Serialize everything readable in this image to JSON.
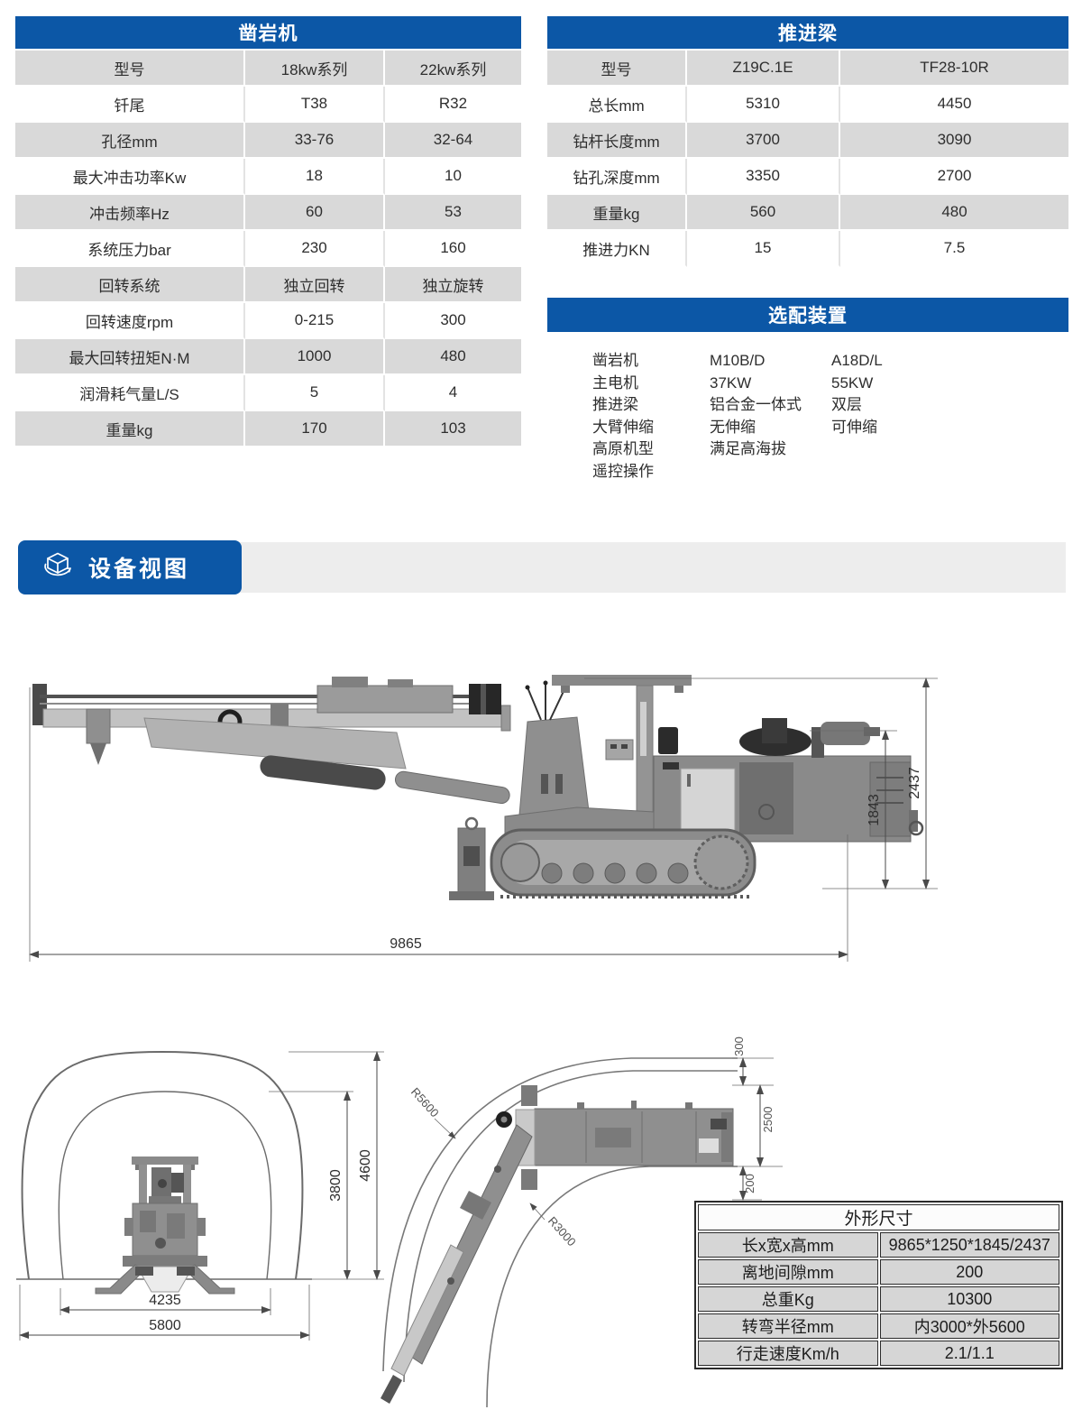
{
  "colors": {
    "accent_blue": "#0c57a6",
    "row_gray": "#d9d9d9",
    "band_gray": "#ededed",
    "dim_table_gray": "#d6d6d6"
  },
  "rock_drill": {
    "title": "凿岩机",
    "rows": [
      [
        "型号",
        "18kw系列",
        "22kw系列"
      ],
      [
        "钎尾",
        "T38",
        "R32"
      ],
      [
        "孔径mm",
        "33-76",
        "32-64"
      ],
      [
        "最大冲击功率Kw",
        "18",
        "10"
      ],
      [
        "冲击频率Hz",
        "60",
        "53"
      ],
      [
        "系统压力bar",
        "230",
        "160"
      ],
      [
        "回转系统",
        "独立回转",
        "独立旋转"
      ],
      [
        "回转速度rpm",
        "0-215",
        "300"
      ],
      [
        "最大回转扭矩N·M",
        "1000",
        "480"
      ],
      [
        "润滑耗气量L/S",
        "5",
        "4"
      ],
      [
        "重量kg",
        "170",
        "103"
      ]
    ]
  },
  "feed_beam": {
    "title": "推进梁",
    "rows": [
      [
        "型号",
        "Z19C.1E",
        "TF28-10R"
      ],
      [
        "总长mm",
        "5310",
        "4450"
      ],
      [
        "钻杆长度mm",
        "3700",
        "3090"
      ],
      [
        "钻孔深度mm",
        "3350",
        "2700"
      ],
      [
        "重量kg",
        "560",
        "480"
      ],
      [
        "推进力KN",
        "15",
        "7.5"
      ]
    ]
  },
  "optional_equipment": {
    "title": "选配装置",
    "rows": [
      [
        "凿岩机",
        "M10B/D",
        "A18D/L"
      ],
      [
        "主电机",
        "37KW",
        "55KW"
      ],
      [
        "推进梁",
        "铝合金一体式",
        "双层"
      ],
      [
        "大臂伸缩",
        "无伸缩",
        "可伸缩"
      ],
      [
        "高原机型",
        "满足高海拔",
        ""
      ],
      [
        "遥控操作",
        "",
        ""
      ]
    ]
  },
  "banner": {
    "title": "设备视图"
  },
  "overall_dimensions": {
    "title": "外形尺寸",
    "rows": [
      [
        "长x宽x高mm",
        "9865*1250*1845/2437"
      ],
      [
        "离地间隙mm",
        "200"
      ],
      [
        "总重Kg",
        "10300"
      ],
      [
        "转弯半径mm",
        "内3000*外5600"
      ],
      [
        "行走速度Km/h",
        "2.1/1.1"
      ]
    ]
  },
  "drawings": {
    "side_view": {
      "overall_length": "9865",
      "body_height": "1843",
      "canopy_height": "2437"
    },
    "tunnel_section": {
      "inner_width": "4235",
      "outer_width": "5800",
      "inner_height": "3800",
      "outer_height": "4600"
    },
    "turning_radius": {
      "outer_radius": "R5600",
      "inner_radius": "R3000",
      "top_clearance": "300",
      "road_width": "2500",
      "bottom_clearance": "200"
    }
  }
}
